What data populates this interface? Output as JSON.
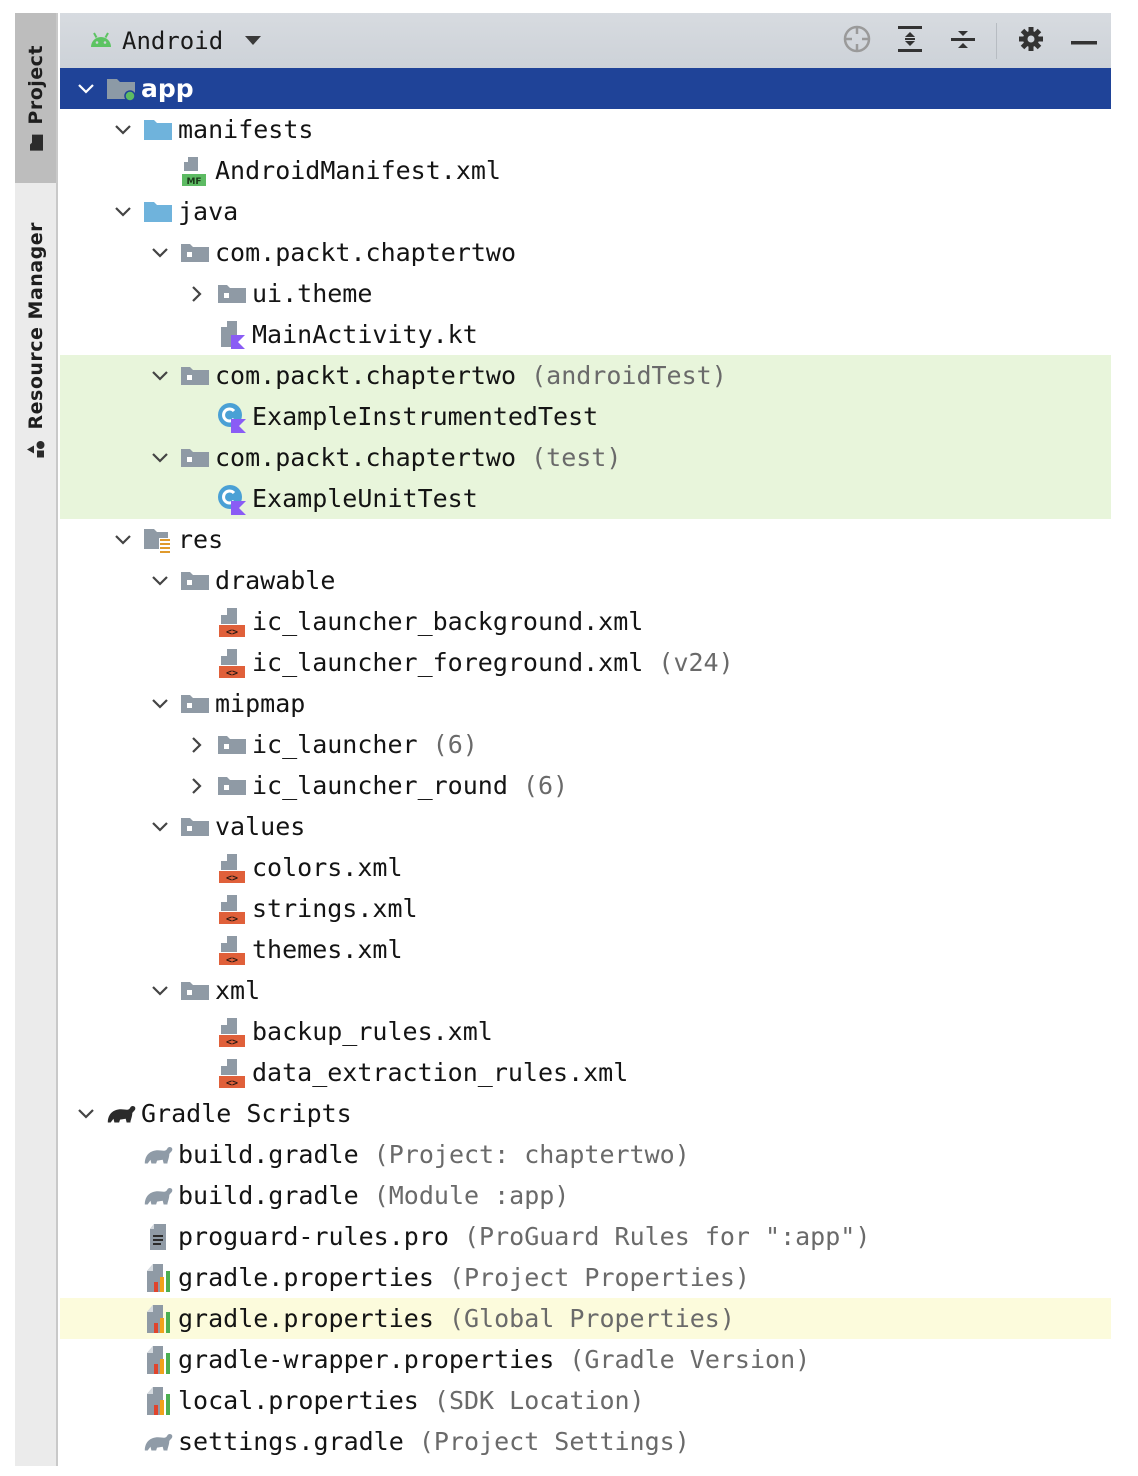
{
  "side_stripe": {
    "project_tab": "Project",
    "resource_manager_tab": "Resource Manager"
  },
  "header": {
    "view_mode": "Android",
    "toolbar": [
      {
        "icon": "locate-icon",
        "label": "Select Opened File"
      },
      {
        "icon": "expand-all-icon",
        "label": "Expand All"
      },
      {
        "icon": "collapse-all-icon",
        "label": "Collapse All"
      },
      {
        "icon": "gear-icon",
        "label": "Options"
      },
      {
        "icon": "minimize-icon",
        "label": "Hide"
      }
    ]
  },
  "colors": {
    "selection": "#1f4398",
    "test_background": "#e8f5db",
    "highlight_background": "#fcfbdc",
    "hint_text": "#6a6a6a"
  },
  "tree": [
    {
      "level": 0,
      "expander": "expanded",
      "icon": "module-folder-icon",
      "name": "app",
      "hint": "",
      "state": "selected"
    },
    {
      "level": 1,
      "expander": "expanded",
      "icon": "source-folder-icon",
      "name": "manifests",
      "hint": "",
      "state": ""
    },
    {
      "level": 2,
      "expander": "none",
      "icon": "manifest-file-icon",
      "name": "AndroidManifest.xml",
      "hint": "",
      "state": ""
    },
    {
      "level": 1,
      "expander": "expanded",
      "icon": "source-folder-icon",
      "name": "java",
      "hint": "",
      "state": ""
    },
    {
      "level": 2,
      "expander": "expanded",
      "icon": "package-icon",
      "name": "com.packt.chaptertwo",
      "hint": "",
      "state": ""
    },
    {
      "level": 3,
      "expander": "collapsed",
      "icon": "package-icon",
      "name": "ui.theme",
      "hint": "",
      "state": ""
    },
    {
      "level": 3,
      "expander": "none",
      "icon": "kotlin-file-icon",
      "name": "MainActivity.kt",
      "hint": "",
      "state": ""
    },
    {
      "level": 2,
      "expander": "expanded",
      "icon": "package-icon",
      "name": "com.packt.chaptertwo",
      "hint": "(androidTest)",
      "state": "test"
    },
    {
      "level": 3,
      "expander": "none",
      "icon": "kotlin-class-icon",
      "name": "ExampleInstrumentedTest",
      "hint": "",
      "state": "test"
    },
    {
      "level": 2,
      "expander": "expanded",
      "icon": "package-icon",
      "name": "com.packt.chaptertwo",
      "hint": "(test)",
      "state": "test"
    },
    {
      "level": 3,
      "expander": "none",
      "icon": "kotlin-class-icon",
      "name": "ExampleUnitTest",
      "hint": "",
      "state": "test"
    },
    {
      "level": 1,
      "expander": "expanded",
      "icon": "resource-folder-icon",
      "name": "res",
      "hint": "",
      "state": ""
    },
    {
      "level": 2,
      "expander": "expanded",
      "icon": "package-icon",
      "name": "drawable",
      "hint": "",
      "state": ""
    },
    {
      "level": 3,
      "expander": "none",
      "icon": "xml-file-icon",
      "name": "ic_launcher_background.xml",
      "hint": "",
      "state": ""
    },
    {
      "level": 3,
      "expander": "none",
      "icon": "xml-file-icon",
      "name": "ic_launcher_foreground.xml",
      "hint": "(v24)",
      "state": ""
    },
    {
      "level": 2,
      "expander": "expanded",
      "icon": "package-icon",
      "name": "mipmap",
      "hint": "",
      "state": ""
    },
    {
      "level": 3,
      "expander": "collapsed",
      "icon": "package-icon",
      "name": "ic_launcher",
      "hint": "(6)",
      "state": ""
    },
    {
      "level": 3,
      "expander": "collapsed",
      "icon": "package-icon",
      "name": "ic_launcher_round",
      "hint": "(6)",
      "state": ""
    },
    {
      "level": 2,
      "expander": "expanded",
      "icon": "package-icon",
      "name": "values",
      "hint": "",
      "state": ""
    },
    {
      "level": 3,
      "expander": "none",
      "icon": "xml-file-icon",
      "name": "colors.xml",
      "hint": "",
      "state": ""
    },
    {
      "level": 3,
      "expander": "none",
      "icon": "xml-file-icon",
      "name": "strings.xml",
      "hint": "",
      "state": ""
    },
    {
      "level": 3,
      "expander": "none",
      "icon": "xml-file-icon",
      "name": "themes.xml",
      "hint": "",
      "state": ""
    },
    {
      "level": 2,
      "expander": "expanded",
      "icon": "package-icon",
      "name": "xml",
      "hint": "",
      "state": ""
    },
    {
      "level": 3,
      "expander": "none",
      "icon": "xml-file-icon",
      "name": "backup_rules.xml",
      "hint": "",
      "state": ""
    },
    {
      "level": 3,
      "expander": "none",
      "icon": "xml-file-icon",
      "name": "data_extraction_rules.xml",
      "hint": "",
      "state": ""
    },
    {
      "level": 0,
      "expander": "expanded",
      "icon": "gradle-dark-icon",
      "name": "Gradle Scripts",
      "hint": "",
      "state": ""
    },
    {
      "level": 1,
      "expander": "none",
      "icon": "gradle-icon",
      "name": "build.gradle",
      "hint": "(Project: chaptertwo)",
      "state": ""
    },
    {
      "level": 1,
      "expander": "none",
      "icon": "gradle-icon",
      "name": "build.gradle",
      "hint": "(Module :app)",
      "state": ""
    },
    {
      "level": 1,
      "expander": "none",
      "icon": "text-file-icon",
      "name": "proguard-rules.pro",
      "hint": "(ProGuard Rules for \":app\")",
      "state": ""
    },
    {
      "level": 1,
      "expander": "none",
      "icon": "properties-file-icon",
      "name": "gradle.properties",
      "hint": "(Project Properties)",
      "state": ""
    },
    {
      "level": 1,
      "expander": "none",
      "icon": "properties-file-icon",
      "name": "gradle.properties",
      "hint": "(Global Properties)",
      "state": "highlight"
    },
    {
      "level": 1,
      "expander": "none",
      "icon": "properties-file-icon",
      "name": "gradle-wrapper.properties",
      "hint": "(Gradle Version)",
      "state": ""
    },
    {
      "level": 1,
      "expander": "none",
      "icon": "properties-file-icon",
      "name": "local.properties",
      "hint": "(SDK Location)",
      "state": ""
    },
    {
      "level": 1,
      "expander": "none",
      "icon": "gradle-icon",
      "name": "settings.gradle",
      "hint": "(Project Settings)",
      "state": ""
    }
  ]
}
